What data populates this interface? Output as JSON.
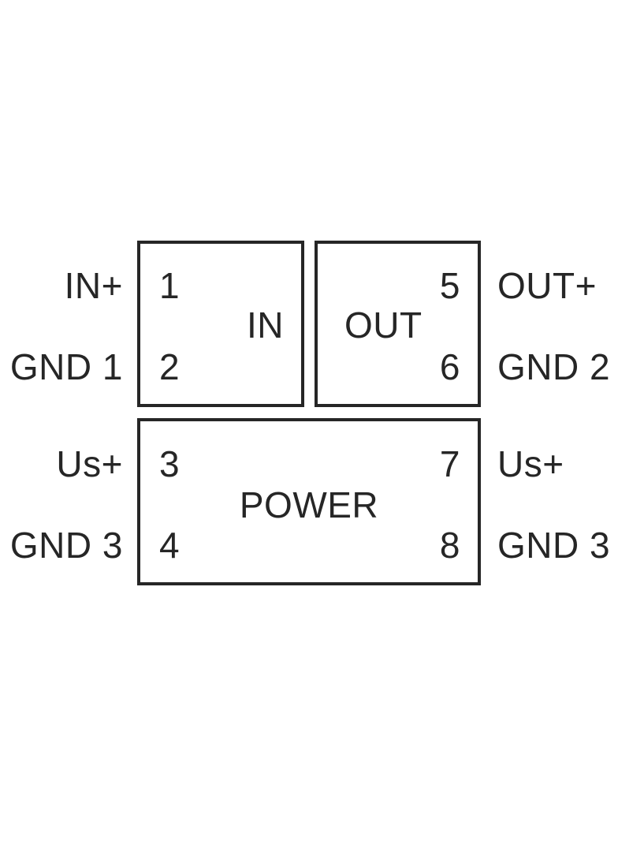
{
  "diagram": {
    "type": "pin-connection-diagram",
    "colors": {
      "line": "#262626",
      "text": "#262626",
      "background": "#ffffff"
    },
    "blocks": {
      "in": {
        "label": "IN"
      },
      "out": {
        "label": "OUT"
      },
      "power": {
        "label": "POWER"
      }
    },
    "pins": {
      "pin1": {
        "number": "1",
        "label": "IN+"
      },
      "pin2": {
        "number": "2",
        "label": "GND 1"
      },
      "pin3": {
        "number": "3",
        "label": "Us+"
      },
      "pin4": {
        "number": "4",
        "label": "GND 3"
      },
      "pin5": {
        "number": "5",
        "label": "OUT+"
      },
      "pin6": {
        "number": "6",
        "label": "GND 2"
      },
      "pin7": {
        "number": "7",
        "label": "Us+"
      },
      "pin8": {
        "number": "8",
        "label": "GND 3"
      }
    }
  }
}
